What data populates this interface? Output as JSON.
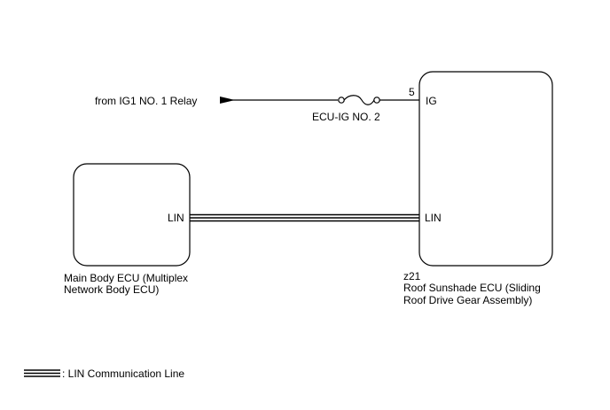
{
  "source": {
    "label": "from IG1 NO. 1 Relay"
  },
  "fuse": {
    "label": "ECU-IG NO. 2"
  },
  "main_ecu": {
    "pin_label": "LIN",
    "name_lines": [
      "Main Body ECU (Multiplex",
      "Network Body ECU)"
    ]
  },
  "sunshade_ecu": {
    "pin_ig_number": "5",
    "pin_ig_label": "IG",
    "pin_lin_label": "LIN",
    "connector_code": "z21",
    "name_lines": [
      "Roof Sunshade ECU (Sliding",
      "Roof Drive Gear Assembly)"
    ]
  },
  "legend": {
    "label": ": LIN Communication Line"
  }
}
